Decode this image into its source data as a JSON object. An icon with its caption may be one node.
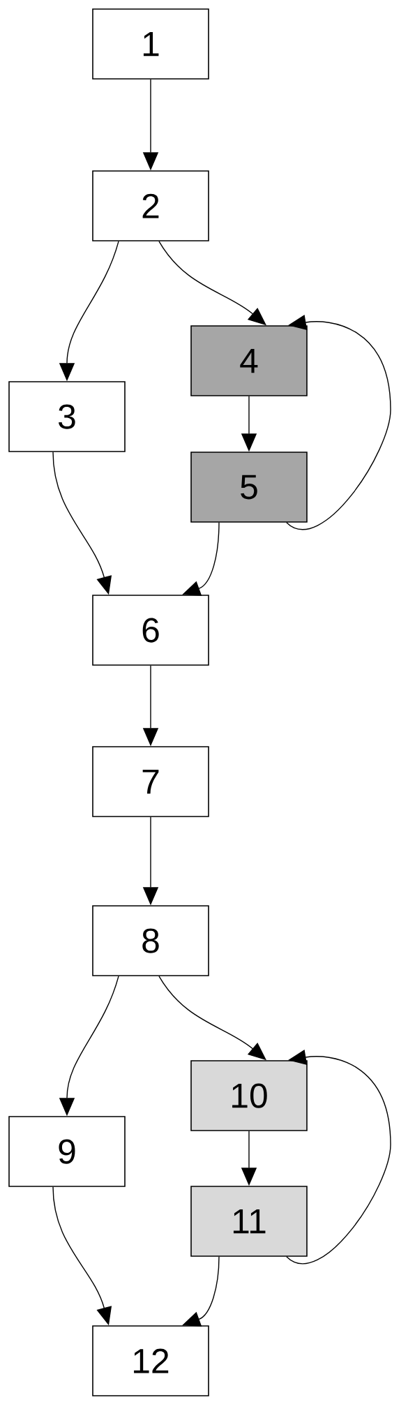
{
  "diagram": {
    "nodes": [
      {
        "text": [
          "1"
        ]
      },
      {
        "text": [
          "2"
        ]
      },
      {
        "text": [
          "3"
        ]
      },
      {
        "text": [
          "4"
        ]
      },
      {
        "text": [
          "5"
        ]
      },
      {
        "text": [
          "6"
        ]
      },
      {
        "text": [
          "7"
        ]
      },
      {
        "text": [
          "8"
        ]
      },
      {
        "text": [
          "9"
        ]
      },
      {
        "text": [
          "10"
        ]
      },
      {
        "text": [
          "11"
        ]
      },
      {
        "text": [
          "12"
        ]
      }
    ],
    "edges": [
      {
        "from": 0,
        "to": 1,
        "arrow": "to"
      },
      {
        "from": 1,
        "to": 2,
        "arrow": "to"
      },
      {
        "from": 1,
        "to": 3,
        "arrow": "to"
      },
      {
        "from": 3,
        "to": 4,
        "arrow": "to"
      },
      {
        "from": 4,
        "to": 3,
        "arrow": "to"
      },
      {
        "from": 2,
        "to": 5,
        "arrow": "to"
      },
      {
        "from": 4,
        "to": 5,
        "arrow": "to"
      },
      {
        "from": 5,
        "to": 6,
        "arrow": "to"
      },
      {
        "from": 6,
        "to": 7,
        "arrow": "to"
      },
      {
        "from": 7,
        "to": 8,
        "arrow": "to"
      },
      {
        "from": 7,
        "to": 9,
        "arrow": "to"
      },
      {
        "from": 9,
        "to": 10,
        "arrow": "to"
      },
      {
        "from": 10,
        "to": 9,
        "arrow": "to"
      },
      {
        "from": 8,
        "to": 11,
        "arrow": "to"
      },
      {
        "from": 10,
        "to": 11,
        "arrow": "to"
      }
    ]
  }
}
